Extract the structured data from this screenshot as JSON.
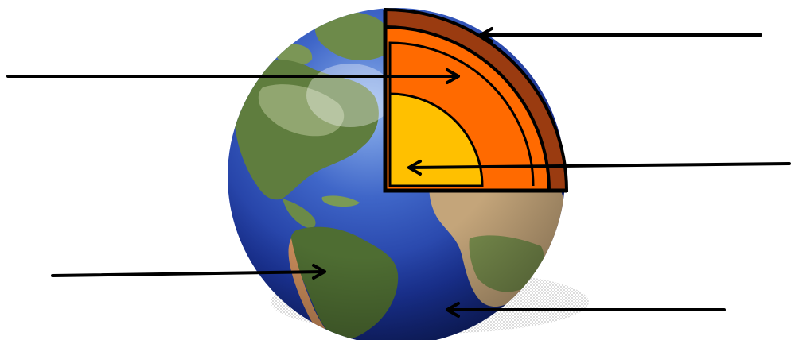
{
  "diagram": {
    "colors": {
      "crust": "#9a3b10",
      "mantle": "#ff6a00",
      "outer_core": "#ff6a00",
      "inner_core": "#ffc000",
      "ocean": "#1e3fa6",
      "ocean_light": "#6f9ae0",
      "land": "#5e7a3c",
      "desert": "#c9a877",
      "outline": "#000000",
      "arrow": "#000000"
    },
    "layers": [
      "crust",
      "mantle",
      "outer-core",
      "inner-core"
    ],
    "arrows": [
      "arrow-to-crust",
      "arrow-to-mantle",
      "arrow-to-inner-core",
      "arrow-to-land",
      "arrow-to-ocean"
    ]
  }
}
